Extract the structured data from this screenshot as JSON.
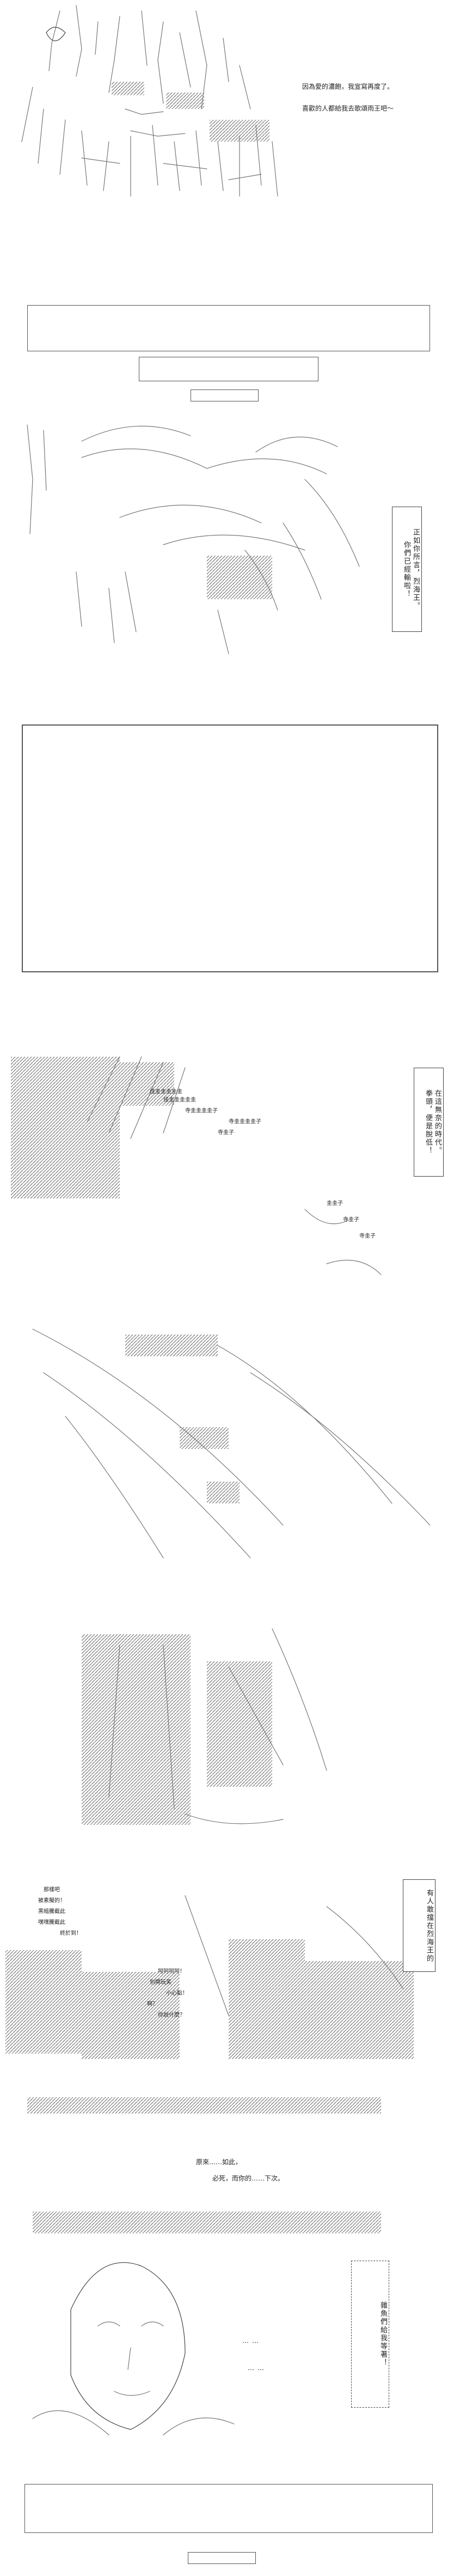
{
  "intro": {
    "line1": "因為愛的濃飽，我宣寫再度了。",
    "line2": "喜歡的人都給我去歌頌雨王吧～"
  },
  "panels": {
    "caption_king": "正如你所言，烈海王。",
    "caption_king2": "你們已經輸啦！",
    "caption_era1": "在這無奈的時代。",
    "caption_era2": "拳頭，便是脫低！",
    "caption_yes": "有人敢擋在烈海王的",
    "caption_last": "雜魚們給我等著！"
  },
  "chant": {
    "phrase1": "佳圭圭圭圭圭",
    "phrase2": "寺圭圭圭圭子",
    "phrase3": "寺圭子",
    "phrase4": "圭圭子"
  },
  "crowd": {
    "l1": "那樣吧",
    "l2": "被素擬的！",
    "l3": "黑暗騰截此",
    "l4": "嘿嘿騰截此",
    "l5": "終於到！",
    "c1": "呵呵呵呵！",
    "c2": "別開玩笑",
    "c3": "小心點！",
    "c4": "啊？",
    "c5": "你說什麼？"
  },
  "dialog": {
    "d1": "原來……如此，",
    "d2": "必死，而你的……下次。",
    "d3": "……",
    "d4": "……"
  }
}
